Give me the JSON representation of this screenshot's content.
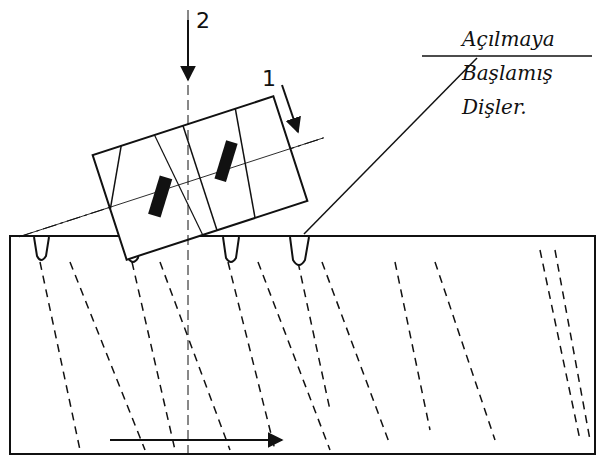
{
  "diagram": {
    "labels": [
      "2",
      "1",
      "Açılmaya Başlamış Dişler."
    ]
  }
}
